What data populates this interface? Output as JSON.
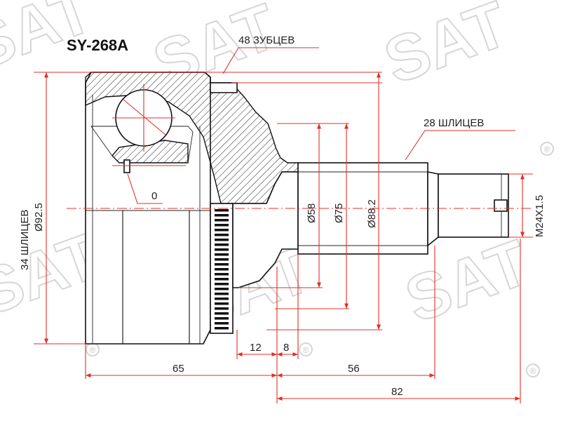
{
  "title": "SY-268A",
  "watermark": "SAT",
  "registered_mark": "®",
  "callouts": {
    "teeth": "48 ЗУБЦЕВ",
    "splines_outer": "28 ШЛИЦЕВ",
    "splines_inner": "34 ШЛИЦЕВ",
    "angle": "0"
  },
  "diameters": {
    "d_outer": "Ø92.5",
    "d58": "Ø58",
    "d75": "Ø75",
    "d88": "Ø88.2",
    "thread": "M24X1.5"
  },
  "lengths": {
    "l12": "12",
    "l8": "8",
    "l65": "65",
    "l56": "56",
    "l82": "82"
  },
  "colors": {
    "line": "#222222",
    "dimension": "#e0302a",
    "watermark": "#d6d6d6"
  }
}
